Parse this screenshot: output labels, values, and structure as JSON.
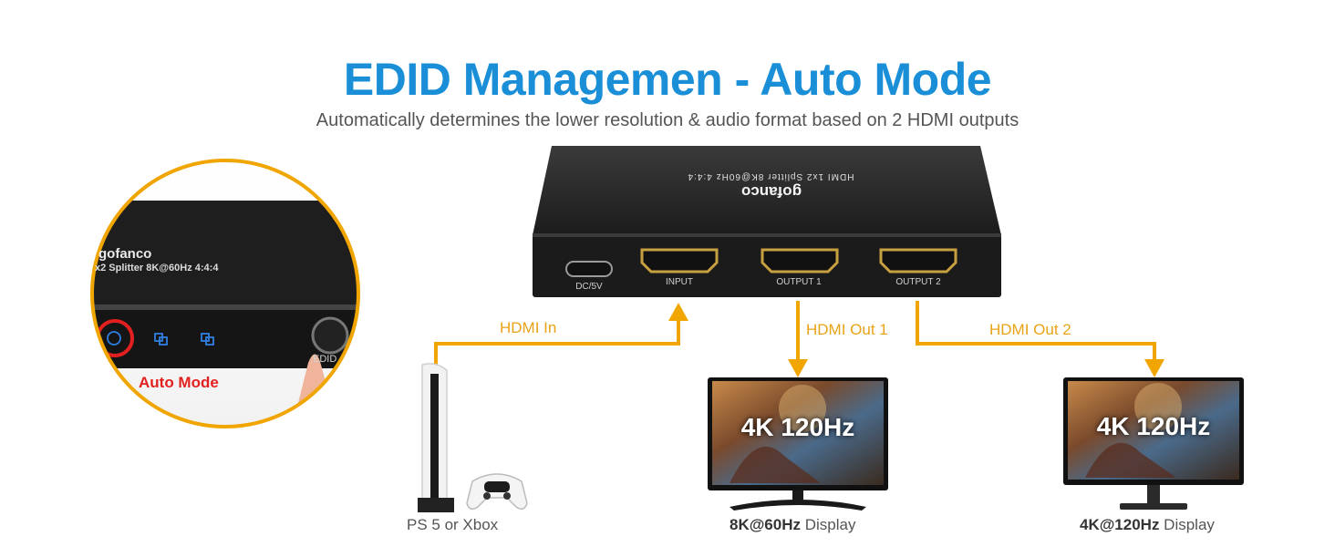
{
  "title": "EDID Managemen - Auto Mode",
  "subtitle": "Automatically determines the lower resolution & audio format based on 2 HDMI outputs",
  "device": {
    "top_label": "HDMI 1x2 Splitter 8K@60Hz 4:4:4",
    "brand": "gofanco",
    "ports": [
      "DC/5V",
      "INPUT",
      "OUTPUT 1",
      "OUTPUT 2"
    ]
  },
  "zoom": {
    "brand": "gofanco",
    "model": "x2 Splitter 8K@60Hz 4:4:4",
    "edid_button": "EDID",
    "callout": "Auto Mode"
  },
  "connections": {
    "hdmi_in": "HDMI In",
    "hdmi_out_1": "HDMI Out 1",
    "hdmi_out_2": "HDMI Out 2"
  },
  "source": {
    "caption": "PS 5 or Xbox"
  },
  "display1": {
    "resolution": "4K 120Hz",
    "caption_bold": "8K@60Hz",
    "caption_rest": " Display"
  },
  "display2": {
    "resolution": "4K 120Hz",
    "caption_bold": "4K@120Hz",
    "caption_rest": " Display"
  },
  "colors": {
    "title": "#1a8fd8",
    "arrow": "#f0a500",
    "callout": "#e32020"
  }
}
